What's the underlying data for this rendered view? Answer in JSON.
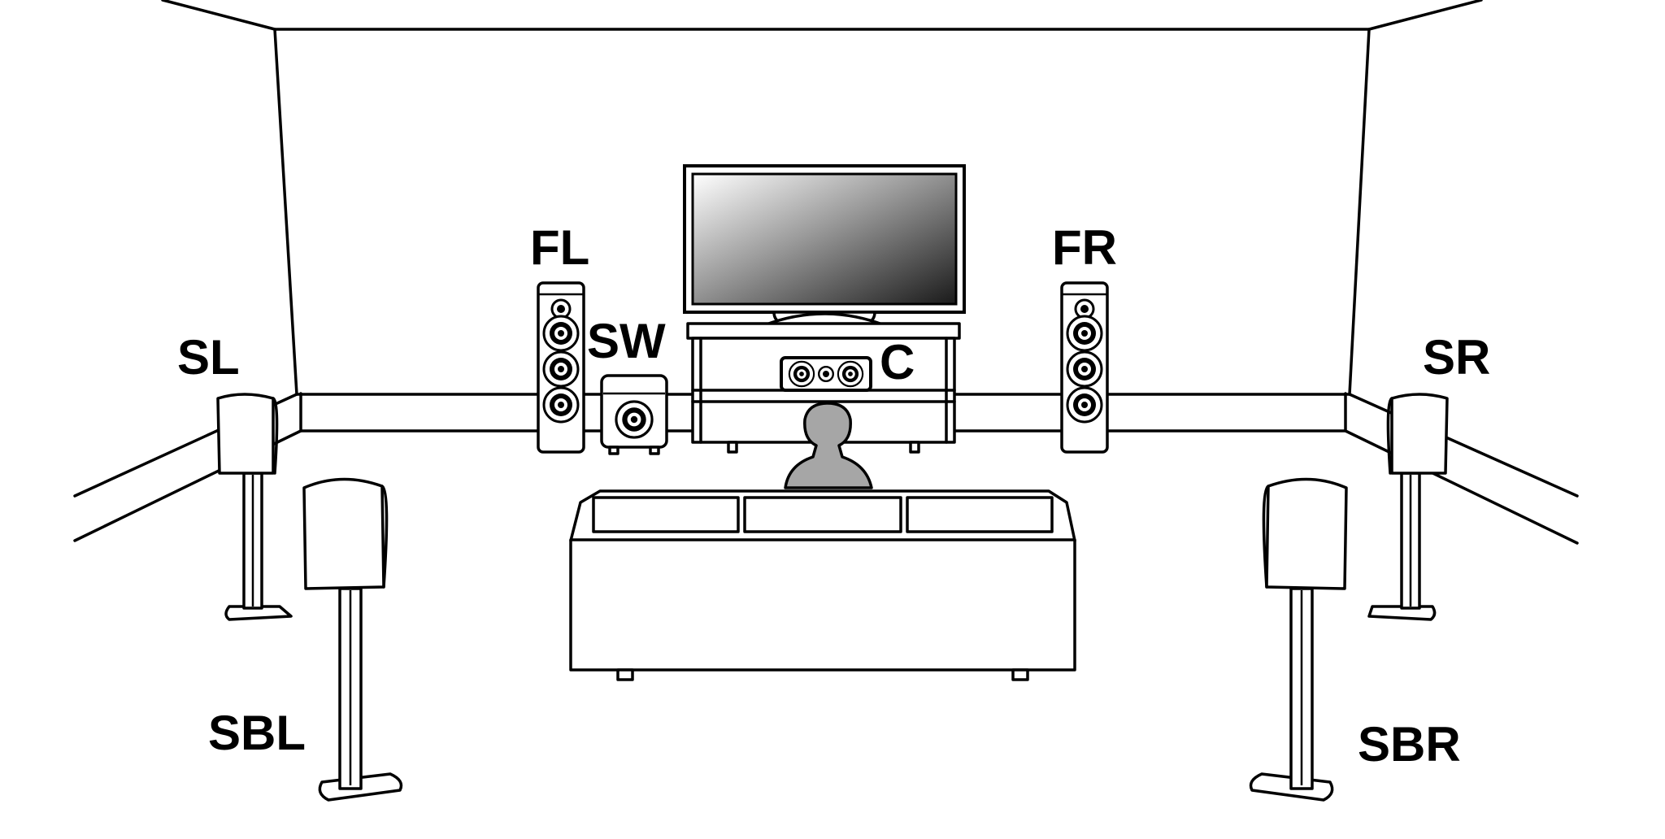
{
  "speakers": {
    "fl": "FL",
    "fr": "FR",
    "sw": "SW",
    "c": "C",
    "sl": "SL",
    "sr": "SR",
    "sbl": "SBL",
    "sbr": "SBR"
  },
  "icons": {
    "tv": "tv-icon",
    "sofa": "sofa-icon",
    "listener": "person-icon",
    "floor_speaker": "tower-speaker-icon",
    "bookshelf_speaker": "bookshelf-speaker-icon",
    "subwoofer": "subwoofer-icon",
    "center_speaker": "center-speaker-icon"
  },
  "colors": {
    "line": "#000000",
    "background": "#ffffff",
    "listener": "#a6a6a6"
  }
}
